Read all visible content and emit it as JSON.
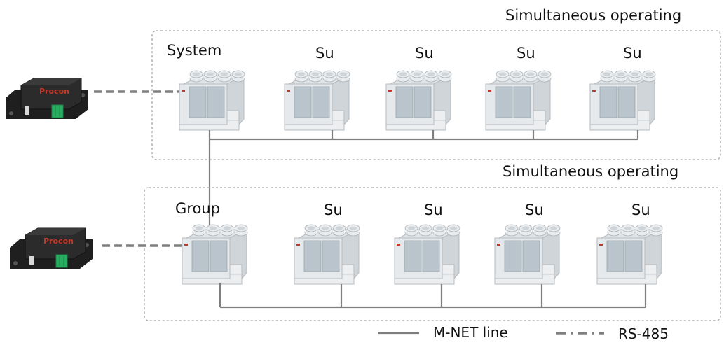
{
  "groups": [
    {
      "title": "Simultaneous operating",
      "controller": {
        "brand": "Procon"
      },
      "master_label": "System",
      "sub_labels": [
        "Su",
        "Su",
        "Su",
        "Su"
      ]
    },
    {
      "title": "Simultaneous operating",
      "controller": {
        "brand": "Procon"
      },
      "master_label": "Group",
      "sub_labels": [
        "Su",
        "Su",
        "Su",
        "Su"
      ]
    }
  ],
  "legend": {
    "mnet_label": "M-NET line",
    "rs485_label": "RS-485"
  },
  "colors": {
    "mnet_line": "#7f7f7f",
    "rs485_line": "#7f7f7f",
    "group_border": "#a6a6a6",
    "controller_body": "#2b2b2b",
    "controller_text": "#c0392b",
    "terminal": "#27ae60",
    "unit_panel": "#b9c4cc",
    "unit_body": "#e6e9eb",
    "fan": "#d9dde0"
  }
}
